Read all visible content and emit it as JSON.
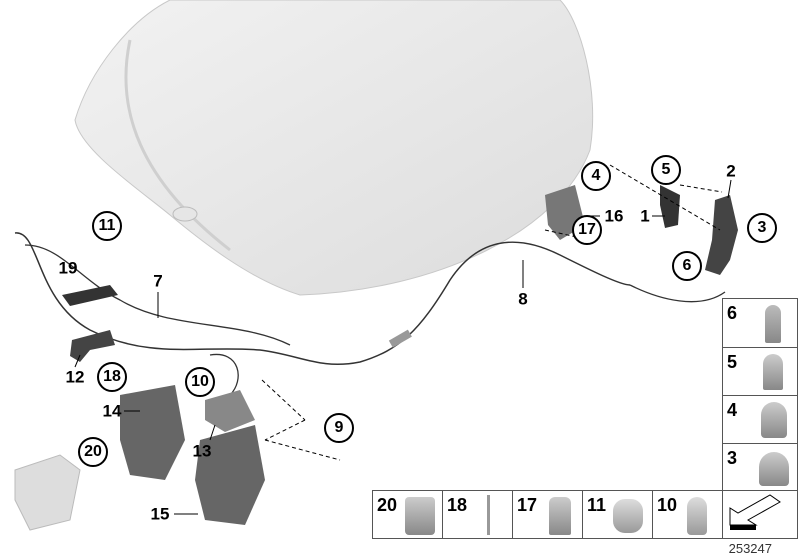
{
  "diagram_id": "253247",
  "callouts_circled": [
    {
      "label": "11"
    },
    {
      "label": "18"
    },
    {
      "label": "10"
    },
    {
      "label": "9"
    },
    {
      "label": "20"
    },
    {
      "label": "17"
    },
    {
      "label": "4"
    },
    {
      "label": "5"
    },
    {
      "label": "3"
    },
    {
      "label": "6"
    }
  ],
  "callouts_plain": [
    {
      "label": "19"
    },
    {
      "label": "7"
    },
    {
      "label": "12"
    },
    {
      "label": "14"
    },
    {
      "label": "13"
    },
    {
      "label": "15"
    },
    {
      "label": "8"
    },
    {
      "label": "16"
    },
    {
      "label": "1"
    },
    {
      "label": "2"
    }
  ],
  "fastener_column": [
    "6",
    "5",
    "4",
    "3"
  ],
  "fastener_row": [
    "20",
    "18",
    "17",
    "11",
    "10"
  ]
}
